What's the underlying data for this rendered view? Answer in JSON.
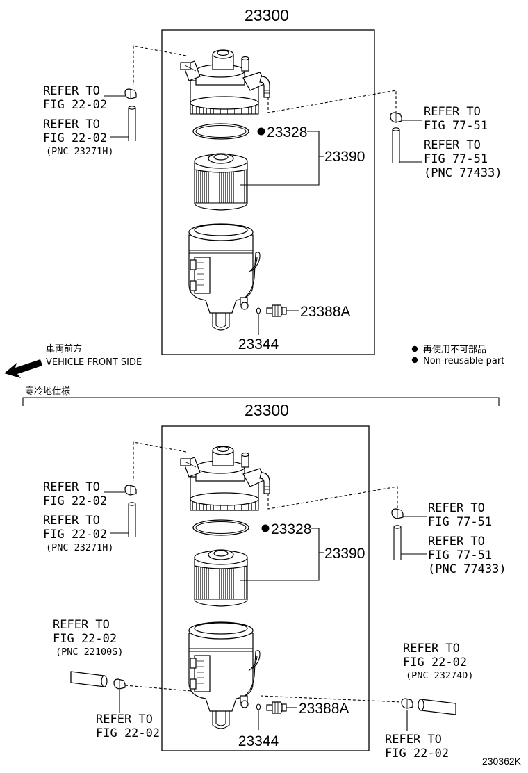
{
  "top": {
    "assembly_number": "23300",
    "part_o_ring": "23328",
    "part_element": "23390",
    "part_drain_plug": "23388A",
    "part_small_ring": "23344",
    "left_refs": [
      {
        "line1": "REFER TO",
        "line2": "FIG 22-02"
      },
      {
        "line1": "REFER TO",
        "line2": "FIG 22-02",
        "line3": "(PNC 23271H)"
      }
    ],
    "right_refs": [
      {
        "line1": "REFER TO",
        "line2": "FIG 77-51"
      },
      {
        "line1": "REFER TO",
        "line2": "FIG 77-51",
        "line3": "(PNC 77433)"
      }
    ]
  },
  "direction": {
    "label_jp": "車両前方",
    "label_en": "VEHICLE FRONT SIDE"
  },
  "legend": {
    "jp": "再使用不可部品",
    "en": "Non-reusable part"
  },
  "section_label": "寒冷地仕様",
  "bottom": {
    "assembly_number": "23300",
    "part_o_ring": "23328",
    "part_element": "23390",
    "part_drain_plug": "23388A",
    "part_small_ring": "23344",
    "left_refs": [
      {
        "line1": "REFER TO",
        "line2": "FIG 22-02"
      },
      {
        "line1": "REFER TO",
        "line2": "FIG 22-02",
        "line3": "(PNC 23271H)"
      }
    ],
    "right_refs": [
      {
        "line1": "REFER TO",
        "line2": "FIG 77-51"
      },
      {
        "line1": "REFER TO",
        "line2": "FIG 77-51",
        "line3": "(PNC 77433)"
      }
    ],
    "lower_left_ref": {
      "line1": "REFER TO",
      "line2": "FIG 22-02",
      "line3": "(PNC 22100S)"
    },
    "lower_left_ref2": {
      "line1": "REFER TO",
      "line2": "FIG 22-02"
    },
    "lower_right_ref": {
      "line1": "REFER TO",
      "line2": "FIG 22-02",
      "line3": "(PNC 23274D)"
    },
    "lower_right_ref2": {
      "line1": "REFER TO",
      "line2": "FIG 22-02"
    }
  },
  "figure_code": "230362K"
}
